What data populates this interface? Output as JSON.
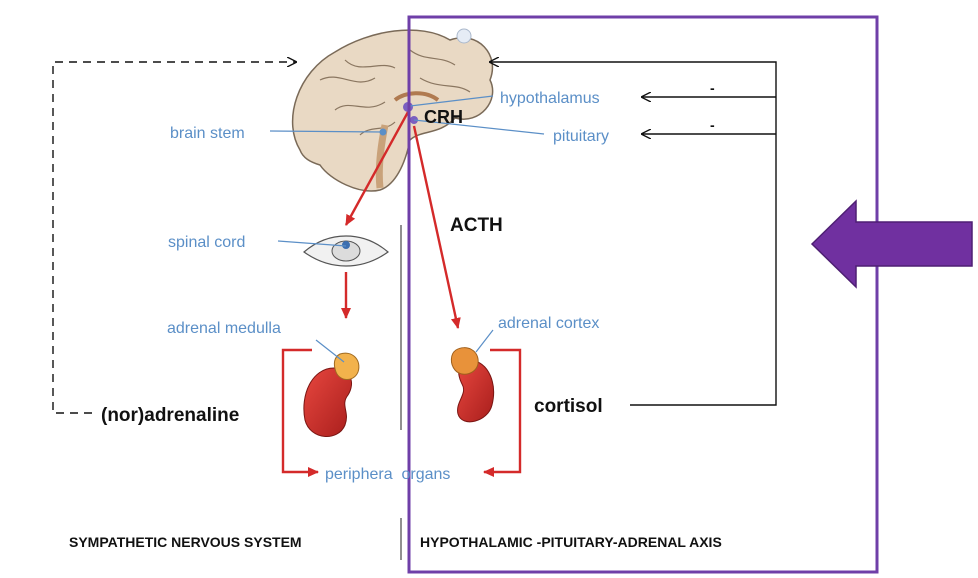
{
  "labels": {
    "hypothalamus": "hypothalamus",
    "crh": "CRH",
    "brain_stem": "brain stem",
    "pituitary": "pituitary",
    "acth": "ACTH",
    "spinal_cord": "spinal cord",
    "adrenal_medulla": "adrenal medulla",
    "adrenal_cortex": "adrenal cortex",
    "noradrenaline": "(nor)adrenaline",
    "cortisol": "cortisol",
    "peripheral_organs": "periphera  organs",
    "minus_top": "-",
    "minus_bottom": "-"
  },
  "footer": {
    "left": "SYMPATHETIC NERVOUS SYSTEM",
    "right": "HYPOTHALAMIC -PITUITARY-ADRENAL AXIS"
  },
  "colors": {
    "highlight_box": "#6f3fa8",
    "pointer_arrow": "#7030a0",
    "red_arrows": "#d42a2a",
    "blue_labels": "#5b8fc7",
    "kidney": "#c9302c",
    "feedback_lines": "#111111"
  }
}
